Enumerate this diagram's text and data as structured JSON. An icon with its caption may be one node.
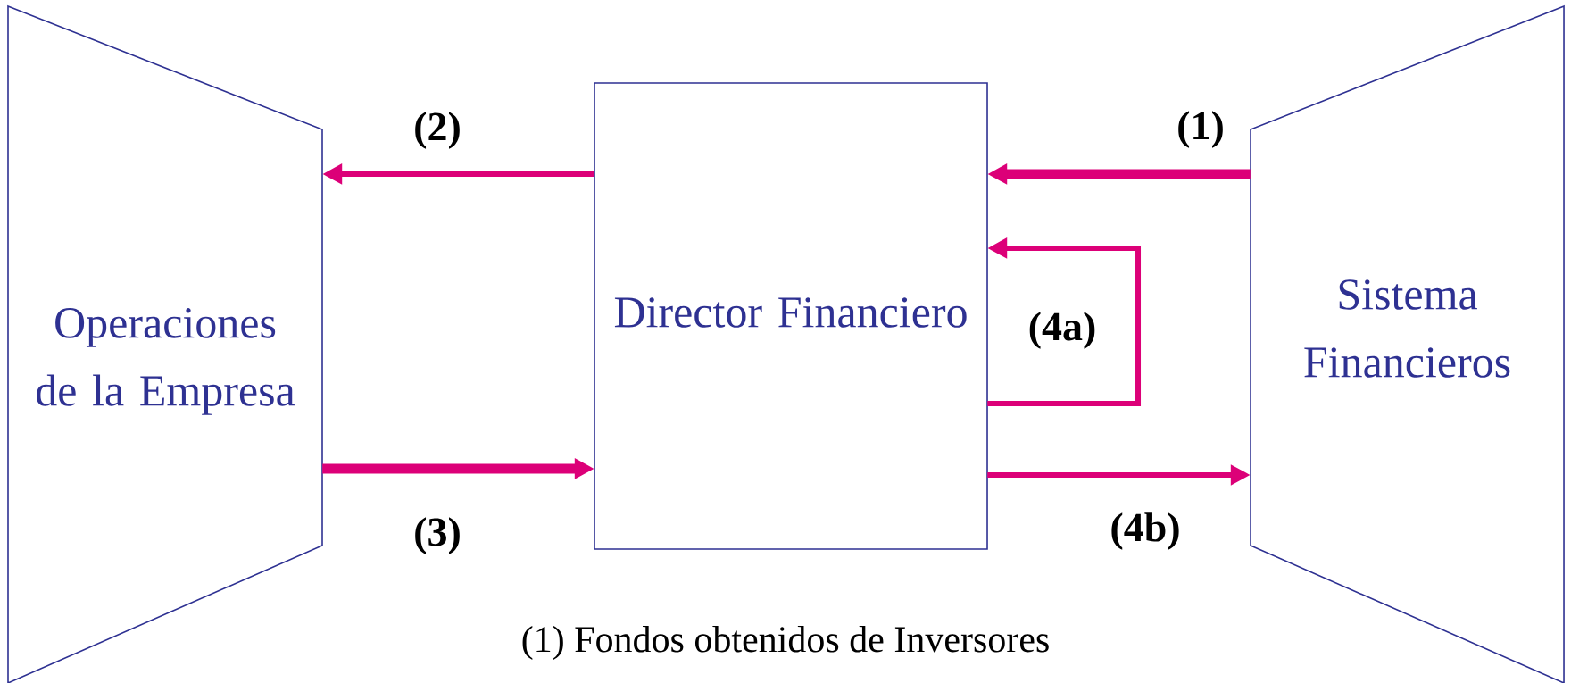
{
  "diagram": {
    "nodes": [
      {
        "text": [
          "Operaciones de la Empresa"
        ]
      },
      {
        "text": [
          "Director Financiero"
        ]
      },
      {
        "text": [
          "Sistema Financieros"
        ]
      }
    ],
    "edges": [
      {
        "from": 2,
        "to": 1,
        "arrow": "to",
        "label": "(1)",
        "style": "thick"
      },
      {
        "from": 1,
        "to": 0,
        "arrow": "to",
        "label": "(2)"
      },
      {
        "from": 0,
        "to": 1,
        "arrow": "to",
        "label": "(3)",
        "style": "thick"
      },
      {
        "from": 1,
        "to": 1,
        "arrow": "to",
        "label": "(4a)"
      },
      {
        "from": 1,
        "to": 2,
        "arrow": "to",
        "label": "(4b)"
      }
    ],
    "labels": [
      "(1) Fondos obtenidos de Inversores"
    ]
  }
}
